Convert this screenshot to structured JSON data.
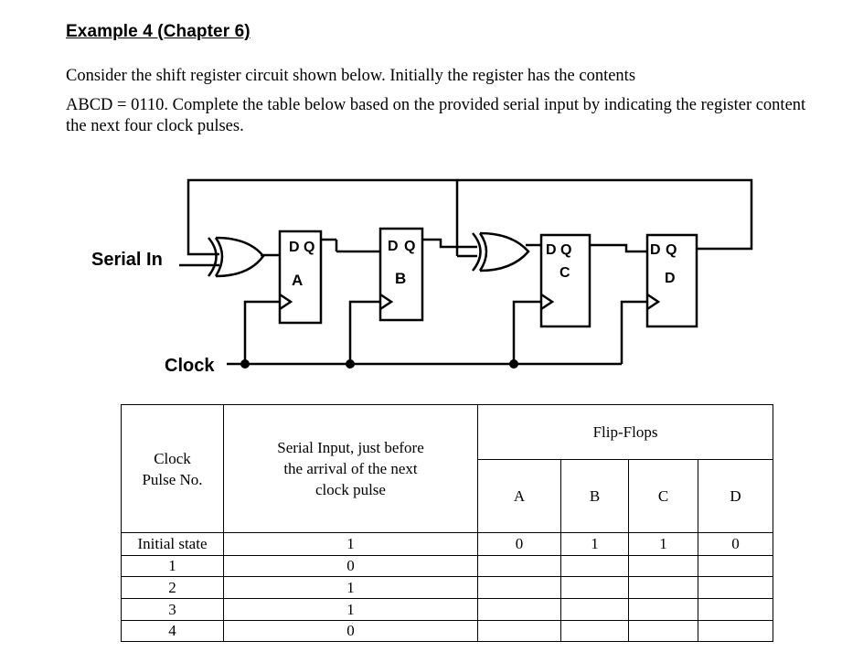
{
  "heading": "Example 4 (Chapter 6)",
  "paragraph1": "Consider the shift register circuit shown below. Initially the register has the contents",
  "paragraph2": "ABCD = 0110. Complete the table below based on the provided serial input by indicating the register content the next four clock pulses.",
  "circuit": {
    "serial_in_label": "Serial In",
    "clock_label": "Clock",
    "flip_flops": [
      {
        "name": "A",
        "d": "D",
        "q": "Q"
      },
      {
        "name": "B",
        "d": "D",
        "q": "Q"
      },
      {
        "name": "C",
        "d": "D",
        "q": "Q"
      },
      {
        "name": "D",
        "d": "D",
        "q": "Q"
      }
    ]
  },
  "table": {
    "clock_header": "Clock Pulse No.",
    "serial_header": "Serial Input, just before the arrival of the next clock pulse",
    "flipflops_header": "Flip-Flops",
    "ff_columns": [
      "A",
      "B",
      "C",
      "D"
    ],
    "rows": [
      {
        "clock": "Initial state",
        "serial": "1",
        "A": "0",
        "B": "1",
        "C": "1",
        "D": "0"
      },
      {
        "clock": "1",
        "serial": "0",
        "A": "",
        "B": "",
        "C": "",
        "D": ""
      },
      {
        "clock": "2",
        "serial": "1",
        "A": "",
        "B": "",
        "C": "",
        "D": ""
      },
      {
        "clock": "3",
        "serial": "1",
        "A": "",
        "B": "",
        "C": "",
        "D": ""
      },
      {
        "clock": "4",
        "serial": "0",
        "A": "",
        "B": "",
        "C": "",
        "D": ""
      }
    ]
  }
}
